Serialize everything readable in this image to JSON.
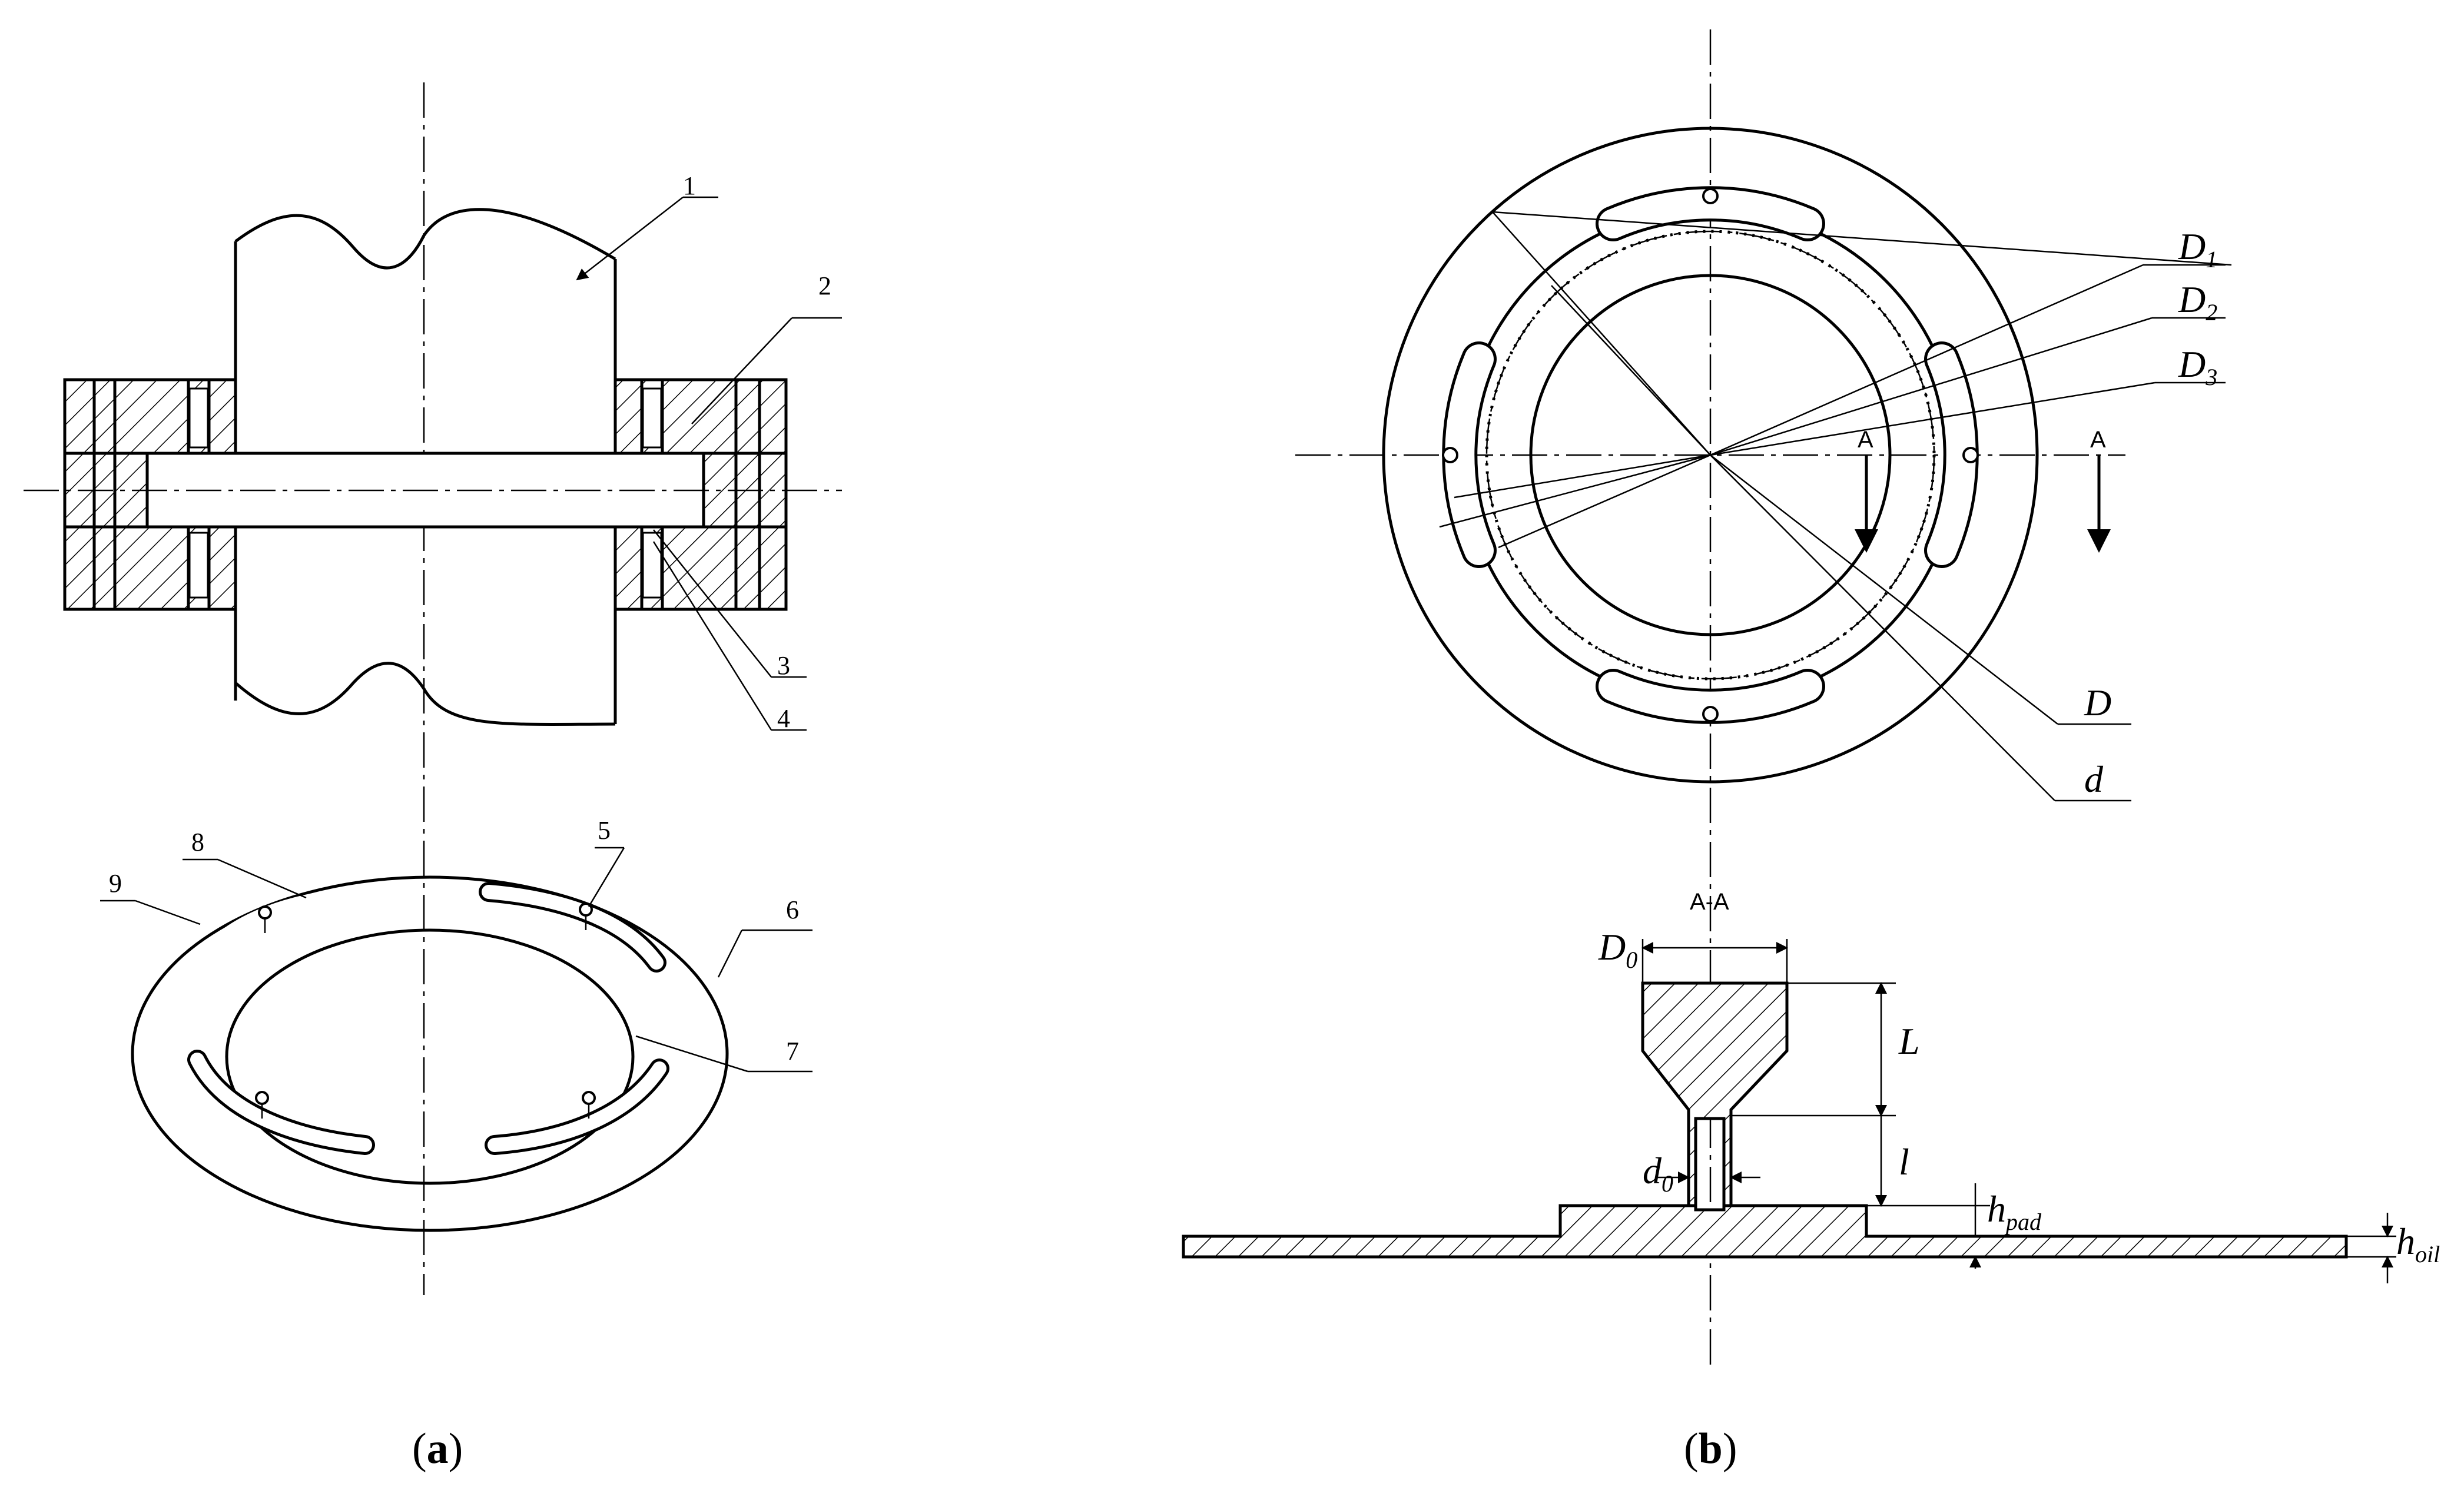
{
  "panel_a": {
    "caption_open": "(",
    "caption_letter": "a",
    "caption_close": ")",
    "callouts": [
      "1",
      "2",
      "3",
      "4",
      "5",
      "6",
      "7",
      "8",
      "9"
    ]
  },
  "panel_b": {
    "caption_open": "(",
    "caption_letter": "b",
    "caption_close": ")",
    "section_marker": "A",
    "section_title": "A-A",
    "dims": {
      "D1": {
        "base": "D",
        "sub": "1"
      },
      "D2": {
        "base": "D",
        "sub": "2"
      },
      "D3": {
        "base": "D",
        "sub": "3"
      },
      "D": {
        "base": "D"
      },
      "d": {
        "base": "d"
      },
      "D0": {
        "base": "D",
        "sub": "0"
      },
      "L": {
        "base": "L"
      },
      "l": {
        "base": "l"
      },
      "d0": {
        "base": "d",
        "sub": "0"
      },
      "hpad": {
        "base": "h",
        "sub": "pad"
      },
      "hoil": {
        "base": "h",
        "sub": "oil"
      }
    }
  },
  "colors": {
    "line": "#000000",
    "background": "#ffffff"
  }
}
